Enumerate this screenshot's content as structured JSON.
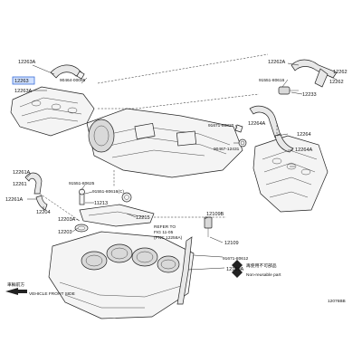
{
  "labels": {
    "p12263A": "12263A",
    "p12263": "12263",
    "p12263A_2": "12263A",
    "p90464_00095": "90464-00095",
    "p12262A": "12262A",
    "p12262": "12262",
    "p12262_2": "12262",
    "p91551_80616": "91551-80616",
    "p12233": "12233",
    "p91671_80820": "91671-80820",
    "p90467_12431": "90467-12431",
    "p12264": "12264",
    "p12264A": "12264A",
    "p12264A_2": "12264A",
    "p12261A": "12261A",
    "p12261": "12261",
    "p12261A_2": "12261A",
    "p12204": "12204",
    "p91551_80625": "91551-80625",
    "p91551_80616C": "91551-80616(C)",
    "p11213": "11213",
    "p12203A": "12203A",
    "p12203": "12203",
    "p12215": "12215",
    "refer_to_1": "REFER TO",
    "refer_to_2": "FIG 11-05",
    "refer_to_3": "(PNC 12258A)",
    "p12109B": "12109B",
    "p12109": "12109",
    "p91671_80612": "91671-80612",
    "p12109A": "12109A",
    "vehicle_front_cn": "車輛前方",
    "vehicle_front_en": "VEHICLE FRONT SIDE",
    "legend_cn": "再使用不可部品",
    "legend_en": "Non-reusable part",
    "figure_code": "12076BB"
  },
  "highlight_color": "#3b6fd8"
}
